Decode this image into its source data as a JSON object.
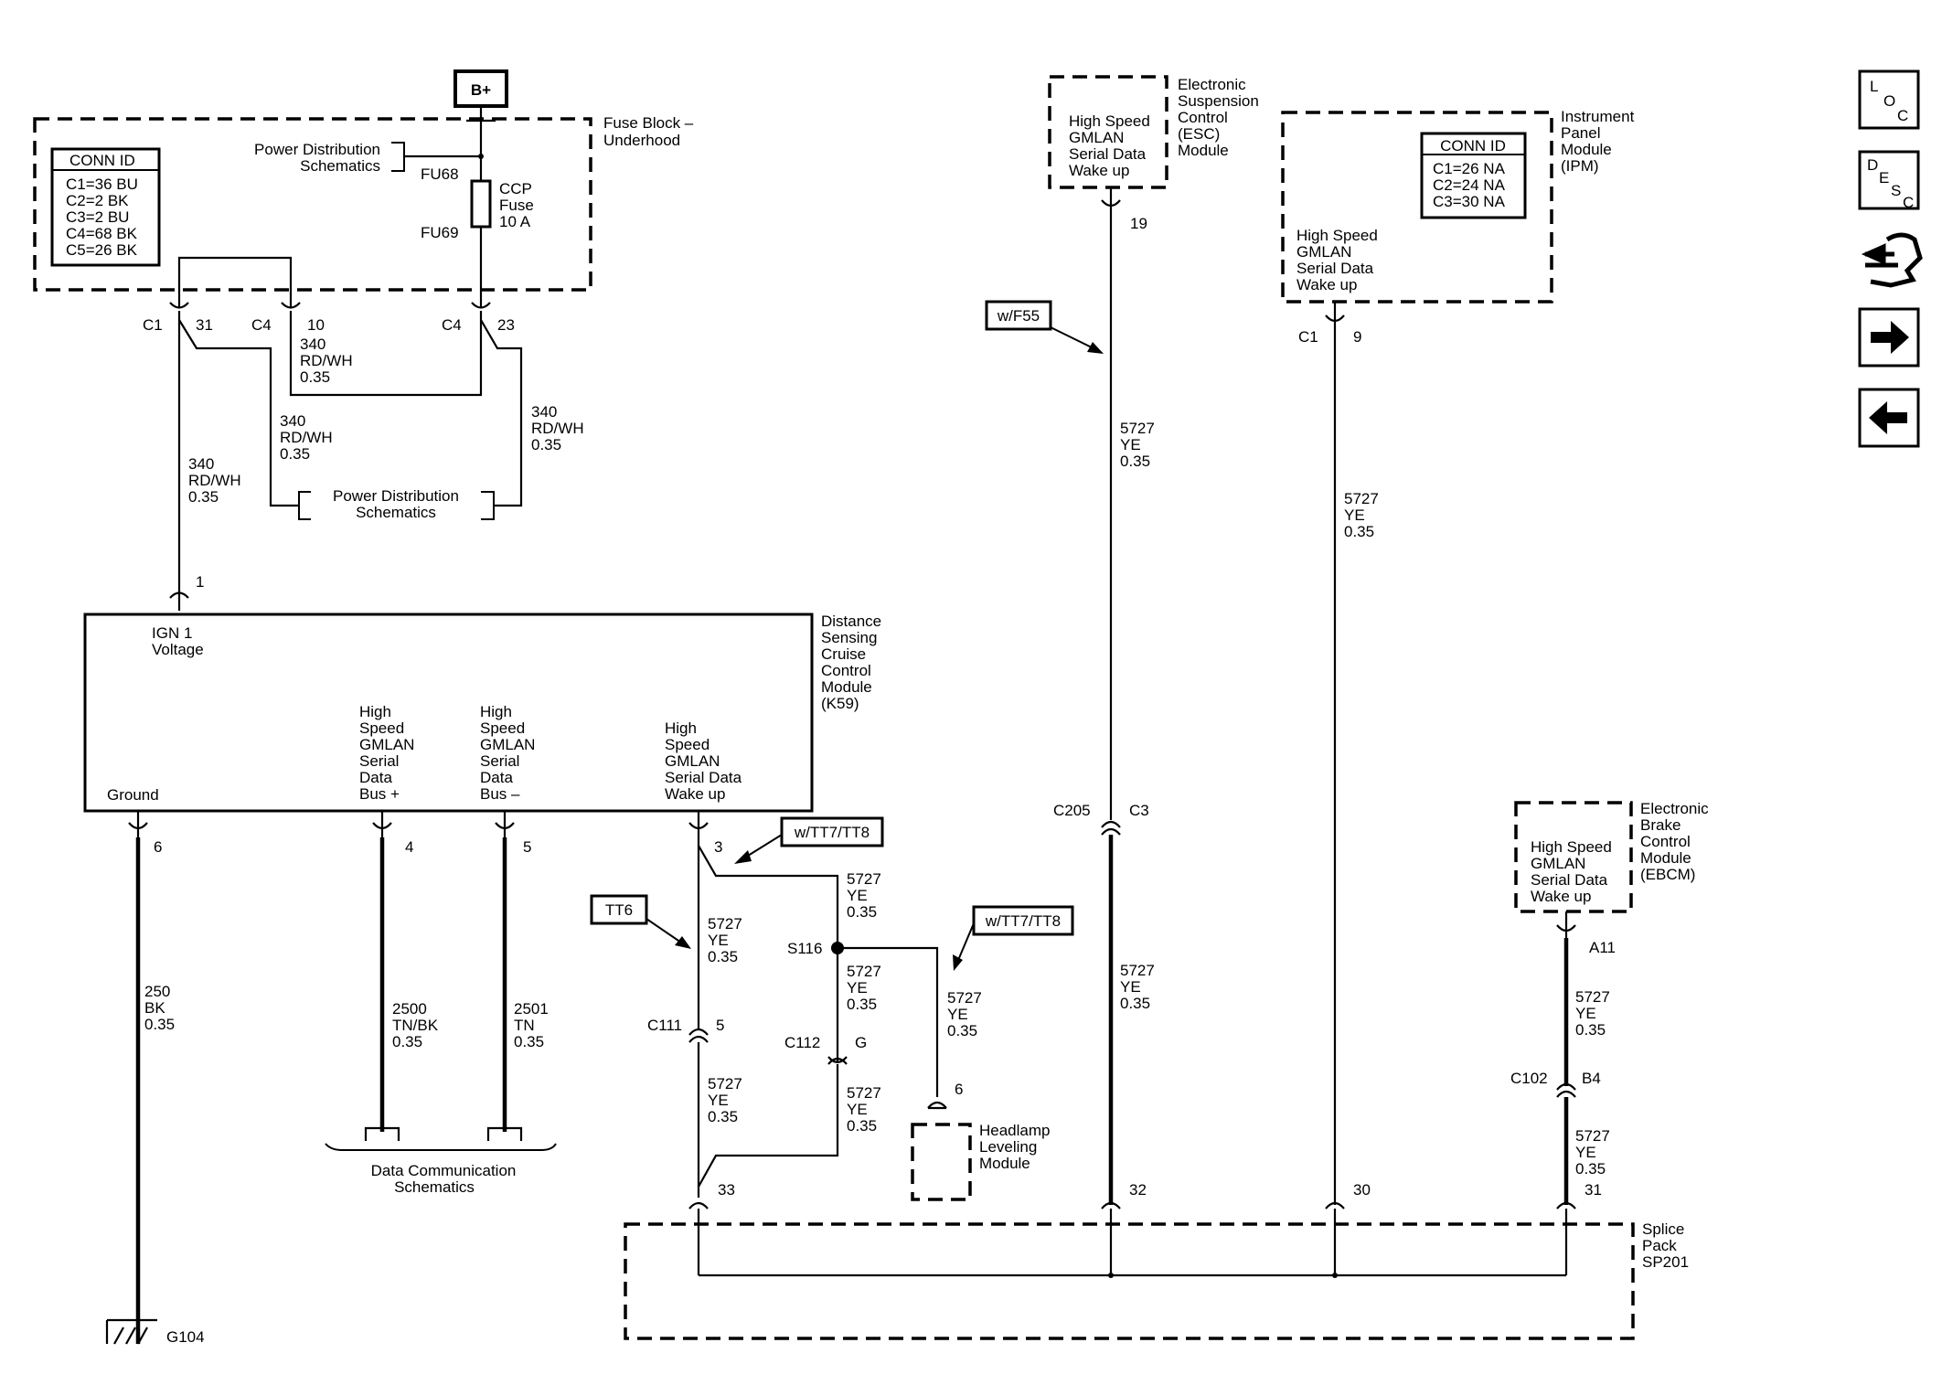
{
  "battery": "B+",
  "fuse_block": {
    "title_line1": "Fuse Block –",
    "title_line2": "Underhood",
    "conn_title": "CONN ID",
    "conn_items": [
      "C1=36 BU",
      "C2=2 BK",
      "C3=2 BU",
      "C4=68 BK",
      "C5=26 BK"
    ],
    "fu68": "FU68",
    "fu69": "FU69",
    "fuse_l1": "CCP",
    "fuse_l2": "Fuse",
    "fuse_l3": "10 A",
    "pd_ref1_l1": "Power Distribution",
    "pd_ref1_l2": "Schematics"
  },
  "connectors": {
    "c1": "C1",
    "c1_pin": "31",
    "c4a": "C4",
    "c4a_pin": "10",
    "c4b": "C4",
    "c4b_pin": "23"
  },
  "wires": {
    "w340_a": [
      "340",
      "RD/WH",
      "0.35"
    ],
    "w340_b": [
      "340",
      "RD/WH",
      "0.35"
    ],
    "w340_c": [
      "340",
      "RD/WH",
      "0.35"
    ],
    "w340_d": [
      "340",
      "RD/WH",
      "0.35"
    ],
    "w250": [
      "250",
      "BK",
      "0.35"
    ],
    "w2500": [
      "2500",
      "TN/BK",
      "0.35"
    ],
    "w2501": [
      "2501",
      "TN",
      "0.35"
    ],
    "w5727_esc1": [
      "5727",
      "YE",
      "0.35"
    ],
    "w5727_esc2": [
      "5727",
      "YE",
      "0.35"
    ],
    "w5727_ipm": [
      "5727",
      "YE",
      "0.35"
    ],
    "w5727_tt6": [
      "5727",
      "YE",
      "0.35"
    ],
    "w5727_tt7": [
      "5727",
      "YE",
      "0.35"
    ],
    "w5727_s116": [
      "5727",
      "YE",
      "0.35"
    ],
    "w5727_hl": [
      "5727",
      "YE",
      "0.35"
    ],
    "w5727_c111": [
      "5727",
      "YE",
      "0.35"
    ],
    "w5727_c112": [
      "5727",
      "YE",
      "0.35"
    ],
    "w5727_ebcm1": [
      "5727",
      "YE",
      "0.35"
    ],
    "w5727_ebcm2": [
      "5727",
      "YE",
      "0.35"
    ]
  },
  "pd_ref2": [
    "Power Distribution",
    "Schematics"
  ],
  "module_k59": {
    "name": [
      "Distance",
      "Sensing",
      "Cruise",
      "Control",
      "Module",
      "(K59)"
    ],
    "ign": [
      "IGN 1",
      "Voltage"
    ],
    "ground": "Ground",
    "bus_plus": [
      "High",
      "Speed",
      "GMLAN",
      "Serial",
      "Data",
      "Bus +"
    ],
    "bus_minus": [
      "High",
      "Speed",
      "GMLAN",
      "Serial",
      "Data",
      "Bus –"
    ],
    "wake": [
      "High",
      "Speed",
      "GMLAN",
      "Serial Data",
      "Wake up"
    ],
    "pin_ign": "1",
    "pin_gnd": "6",
    "pin_plus": "4",
    "pin_minus": "5",
    "pin_wake": "3"
  },
  "ground": "G104",
  "data_comm": [
    "Data Communication",
    "Schematics"
  ],
  "esc": {
    "name": [
      "Electronic",
      "Suspension",
      "Control",
      "(ESC)",
      "Module"
    ],
    "func": [
      "High Speed",
      "GMLAN",
      "Serial Data",
      "Wake up"
    ],
    "pin": "19",
    "option": "w/F55",
    "c205": "C205",
    "c3": "C3"
  },
  "ipm": {
    "name": [
      "Instrument",
      "Panel",
      "Module",
      "(IPM)"
    ],
    "conn_title": "CONN ID",
    "conn_items": [
      "C1=26 NA",
      "C2=24 NA",
      "C3=30 NA"
    ],
    "func": [
      "High Speed",
      "GMLAN",
      "Serial Data",
      "Wake up"
    ],
    "conn": "C1",
    "pin": "9"
  },
  "options": {
    "tt7_a": "w/TT7/TT8",
    "tt7_b": "w/TT7/TT8",
    "tt6": "TT6"
  },
  "splice": "S116",
  "c111": "C111",
  "c111_pin": "5",
  "c112": "C112",
  "c112_pin": "G",
  "headlamp": {
    "name": [
      "Headlamp",
      "Leveling",
      "Module"
    ],
    "pin": "6"
  },
  "ebcm": {
    "name": [
      "Electronic",
      "Brake",
      "Control",
      "Module",
      "(EBCM)"
    ],
    "func": [
      "High Speed",
      "GMLAN",
      "Serial Data",
      "Wake up"
    ],
    "pin": "A11",
    "c102": "C102",
    "c102_pin": "B4"
  },
  "splice_pack": {
    "name": [
      "Splice",
      "Pack",
      "SP201"
    ],
    "pins": [
      "33",
      "32",
      "30",
      "31"
    ]
  },
  "nav": {
    "loc": [
      "L",
      "O",
      "C"
    ],
    "desc": [
      "D",
      "E",
      "S",
      "C"
    ]
  }
}
